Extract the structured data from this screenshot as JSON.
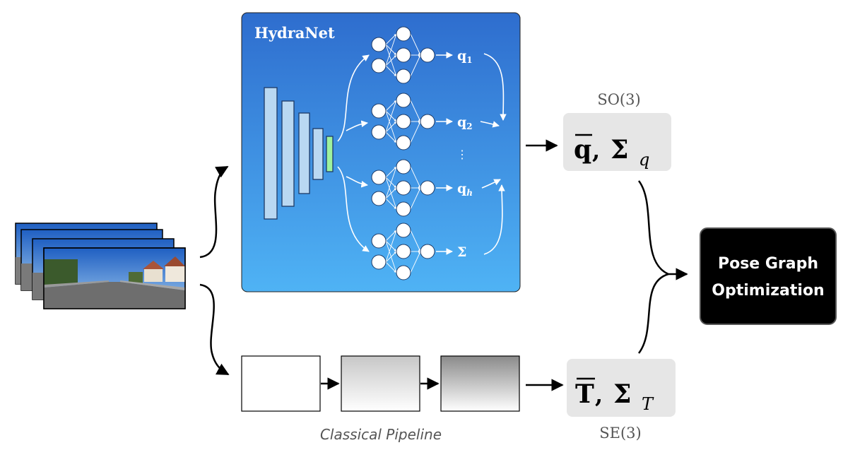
{
  "hydranet": {
    "title": "HydraNet",
    "heads": [
      {
        "sym": "q",
        "sub": "1"
      },
      {
        "sym": "q",
        "sub": "2"
      },
      {
        "sym": "q",
        "sub": "h"
      },
      {
        "sym": "Σ",
        "sub": ""
      }
    ],
    "ellipsis": "⋮"
  },
  "rotation_output": {
    "group_label": "SO(3)",
    "main": "q",
    "separator": ", ",
    "sigma": "Σ",
    "sub": "q"
  },
  "translation_output": {
    "group_label": "SE(3)",
    "main": "T",
    "separator": ", ",
    "sigma": "Σ",
    "sub": "T"
  },
  "pipeline": {
    "label": "Classical Pipeline"
  },
  "pose_graph": {
    "line1": "Pose Graph",
    "line2": "Optimization"
  },
  "colors": {
    "hydranet_top": "#2e6dce",
    "hydranet_bottom": "#4fb3f5",
    "layer_fill": "#b9d8f2",
    "green_layer": "#9ef29e",
    "output_box": "#e6e6e6",
    "pose_box": "#000000",
    "label_gray": "#555555"
  }
}
